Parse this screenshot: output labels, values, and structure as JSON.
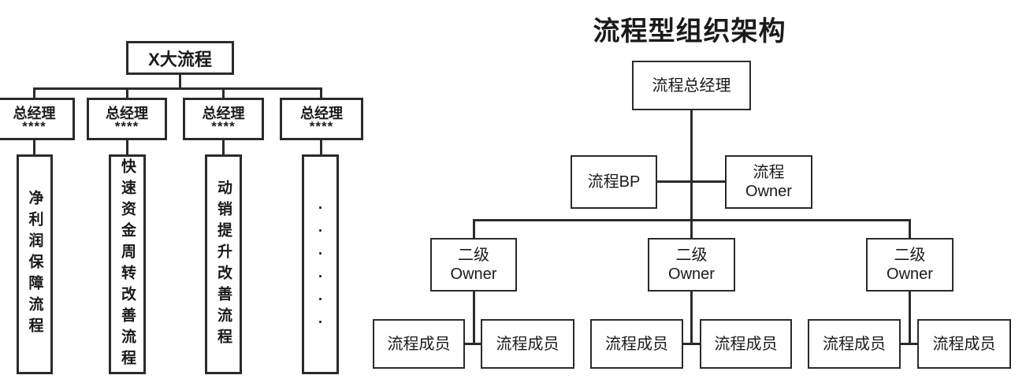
{
  "colors": {
    "ink": "#2b2b2b",
    "text": "#1a1a1a",
    "background": "#ffffff"
  },
  "left_chart": {
    "root_label": "X大流程",
    "managers": [
      {
        "title": "总经理",
        "stars": "****"
      },
      {
        "title": "总经理",
        "stars": "****"
      },
      {
        "title": "总经理",
        "stars": "****"
      },
      {
        "title": "总经理",
        "stars": "****"
      }
    ],
    "processes": [
      "净利润保障流程",
      "快速资金周转改善流程",
      "动销提升改善流程",
      "......"
    ]
  },
  "right_chart": {
    "title": "流程型组织架构",
    "root_label": "流程总经理",
    "bp_label": "流程BP",
    "owner_label": "流程\nOwner",
    "second_level_owners": [
      "二级\nOwner",
      "二级\nOwner",
      "二级\nOwner"
    ],
    "members": [
      "流程成员",
      "流程成员",
      "流程成员",
      "流程成员",
      "流程成员",
      "流程成员"
    ]
  }
}
